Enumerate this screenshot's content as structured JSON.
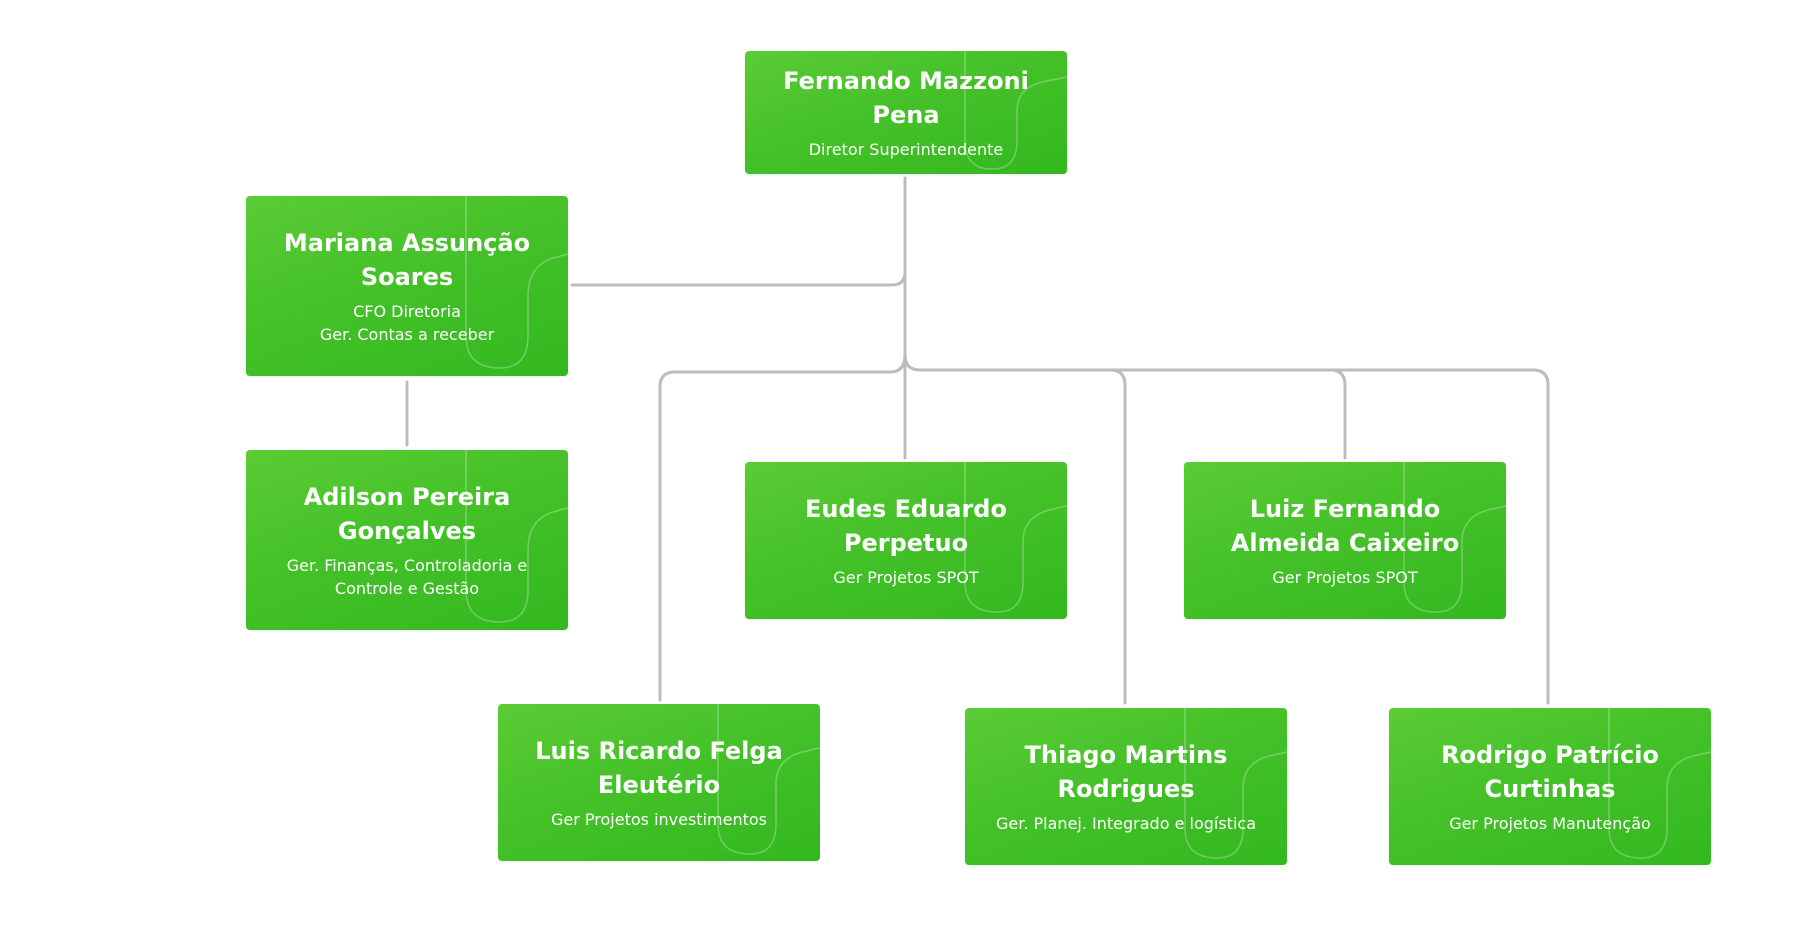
{
  "org_chart": {
    "line_color": "#bcbcbc",
    "card_color": "#45c129",
    "nodes": [
      {
        "id": "fernando",
        "name": "Fernando Mazzoni Pena",
        "roles": [
          "Diretor Superintendente"
        ]
      },
      {
        "id": "mariana",
        "name": "Mariana Assunção Soares",
        "roles": [
          "CFO Diretoria",
          "Ger. Contas a receber"
        ]
      },
      {
        "id": "adilson",
        "name": "Adilson Pereira Gonçalves",
        "roles": [
          "Ger. Finanças, Controladoria e Controle e Gestão"
        ]
      },
      {
        "id": "eudes",
        "name": "Eudes Eduardo Perpetuo",
        "roles": [
          "Ger Projetos SPOT"
        ]
      },
      {
        "id": "luiz",
        "name": "Luiz Fernando Almeida Caixeiro",
        "roles": [
          "Ger Projetos SPOT"
        ]
      },
      {
        "id": "luis",
        "name": "Luis Ricardo Felga Eleutério",
        "roles": [
          "Ger Projetos investimentos"
        ]
      },
      {
        "id": "thiago",
        "name": "Thiago Martins Rodrigues",
        "roles": [
          "Ger. Planej. Integrado e logística"
        ]
      },
      {
        "id": "rodrigo",
        "name": "Rodrigo Patrício Curtinhas",
        "roles": [
          "Ger Projetos Manutenção"
        ]
      }
    ]
  }
}
